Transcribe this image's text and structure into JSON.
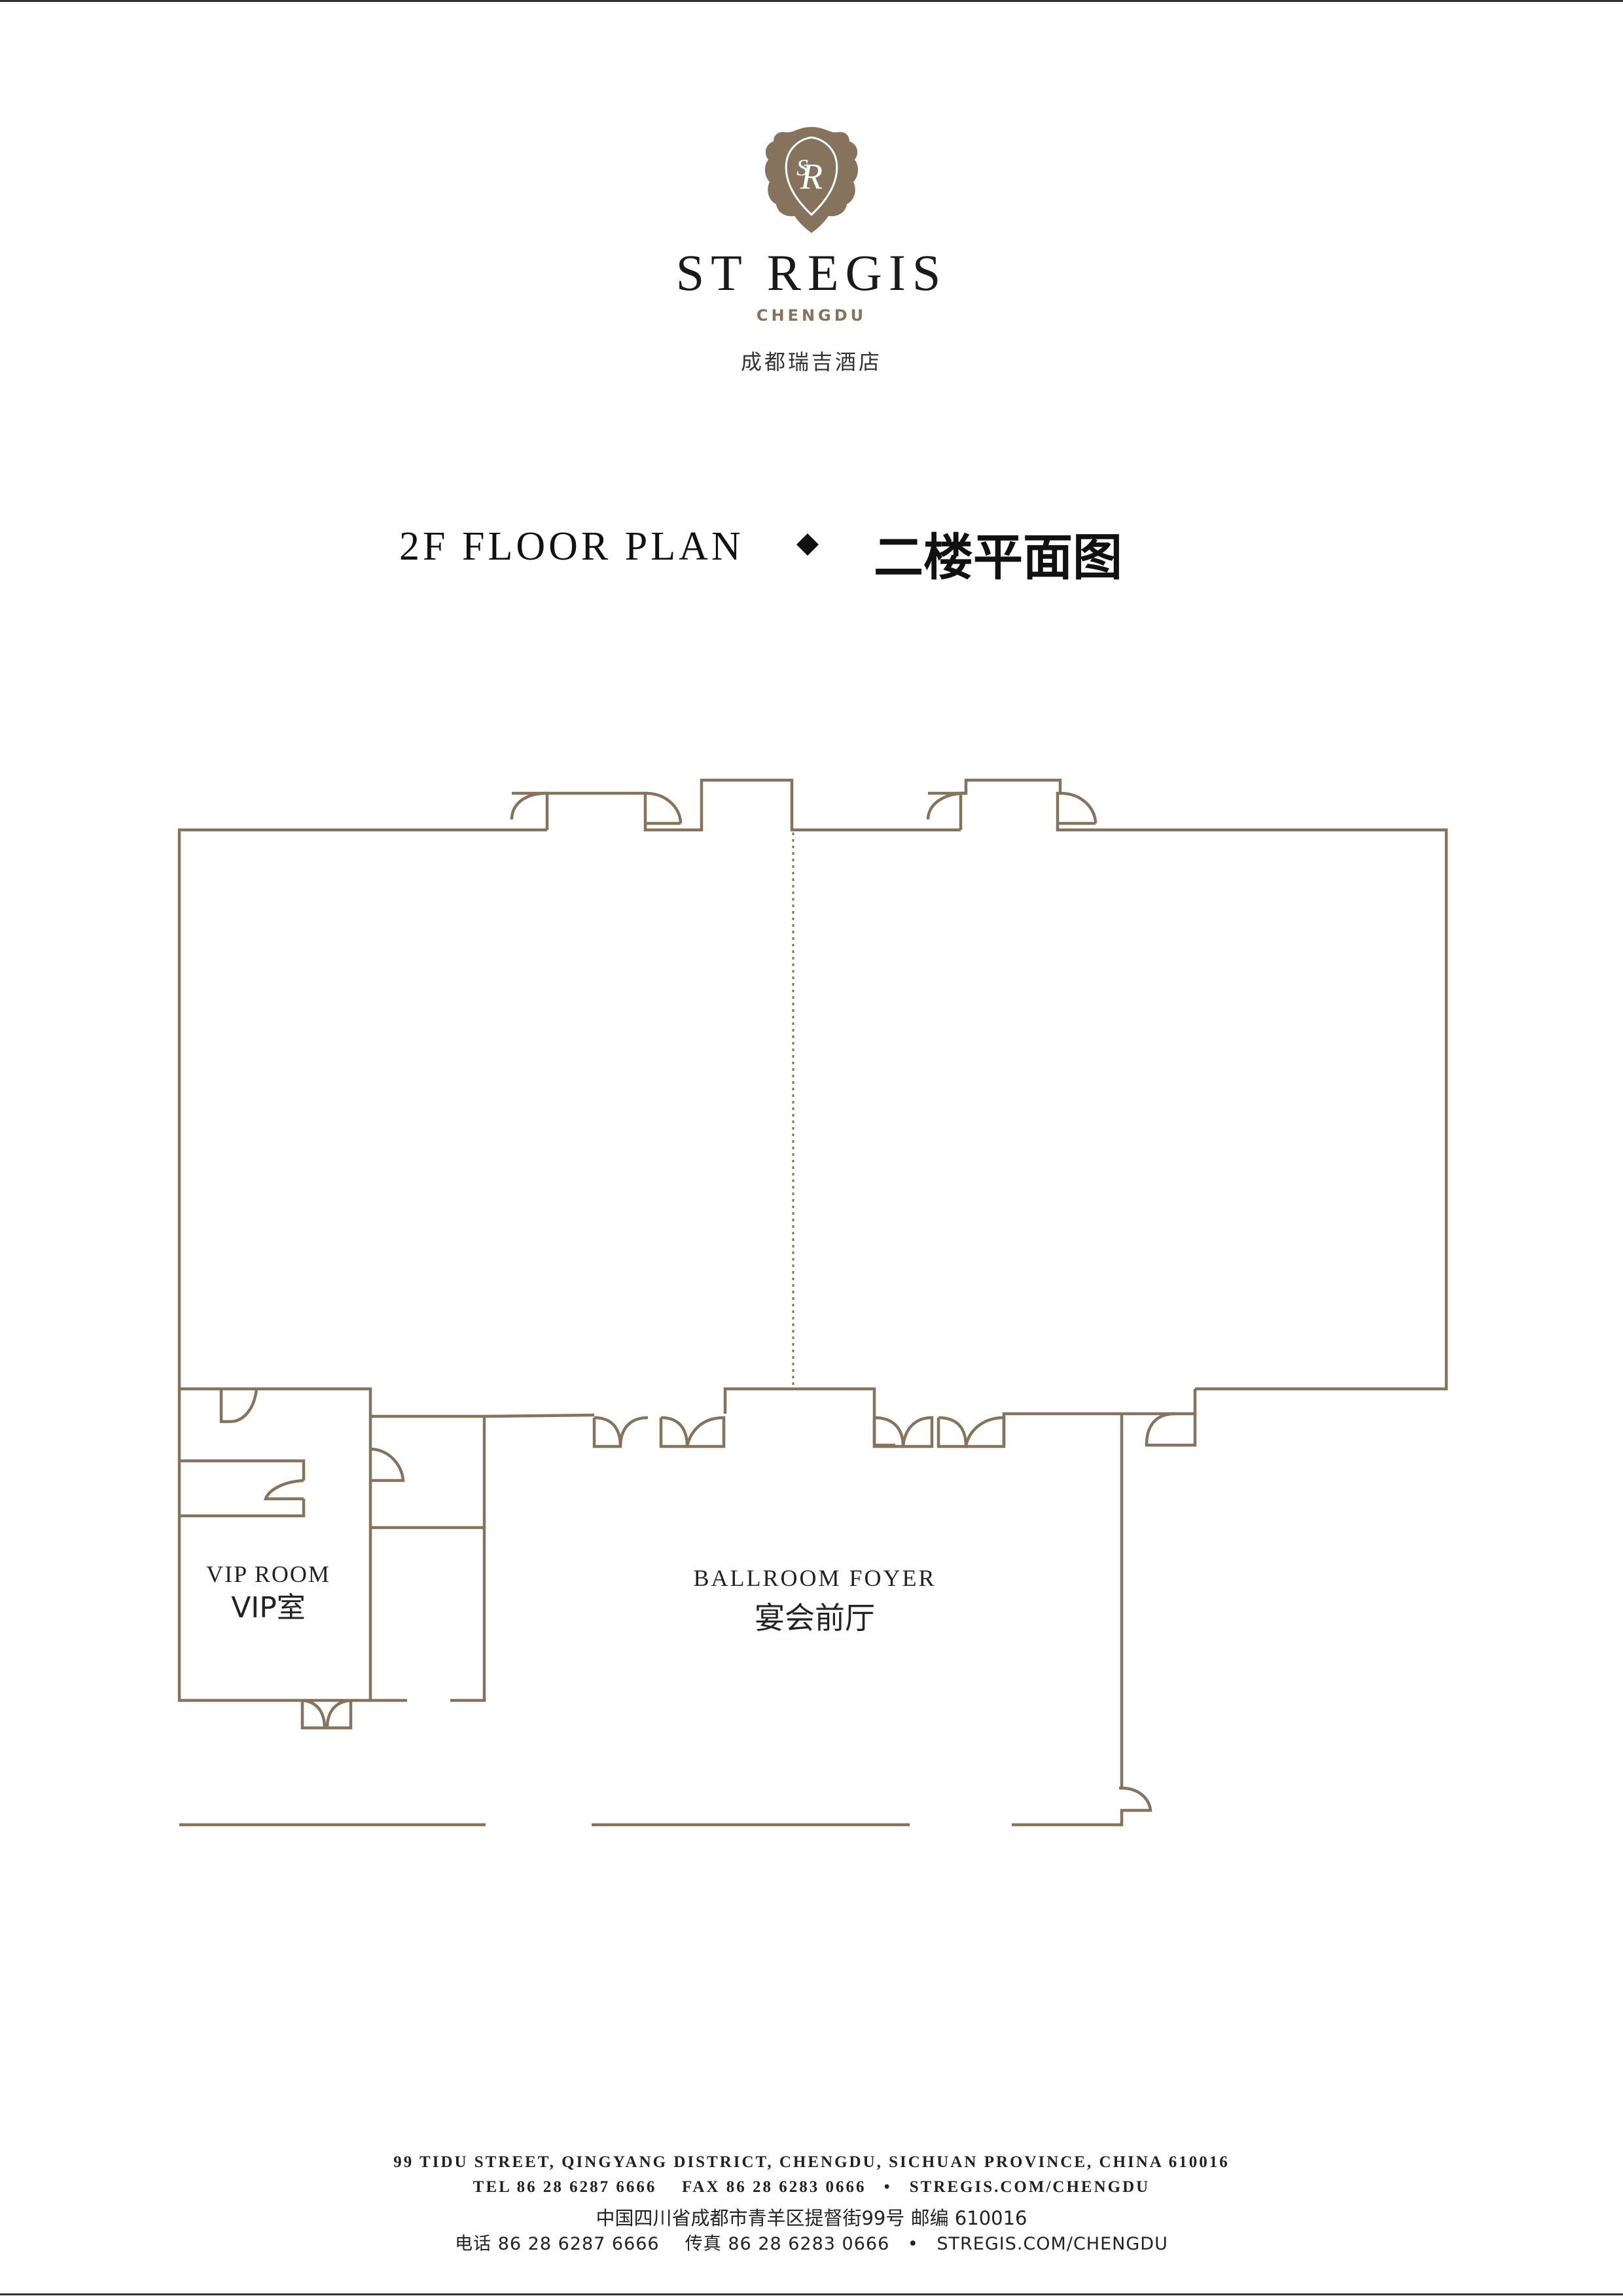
{
  "header": {
    "brand_name": "ST REGIS",
    "brand_city": "CHENGDU",
    "brand_cn": "成都瑞吉酒店"
  },
  "plan": {
    "title_en": "2F FLOOR PLAN",
    "title_cn": "二楼平面图"
  },
  "rooms": {
    "vip_room_en": "VIP ROOM",
    "vip_room_cn": "VIP室",
    "foyer_en": "BALLROOM FOYER",
    "foyer_cn": "宴会前厅"
  },
  "footer": {
    "address_en": "99 TIDU STREET, QINGYANG DISTRICT, CHENGDU, SICHUAN PROVINCE, CHINA 610016",
    "contact_en": {
      "tel": "TEL 86 28 6287 6666",
      "fax": "FAX 86 28 6283 0666",
      "web": "STREGIS.COM/CHENGDU"
    },
    "address_cn": "中国四川省成都市青羊区提督街99号 邮编 610016",
    "contact_cn": {
      "tel": "电话 86 28 6287 6666",
      "fax": "传真 86 28 6283 0666",
      "web": "STREGIS.COM/CHENGDU"
    }
  },
  "colors": {
    "plan_line": "#85735e",
    "crest": "#85735e",
    "text": "#1a1a1a"
  }
}
